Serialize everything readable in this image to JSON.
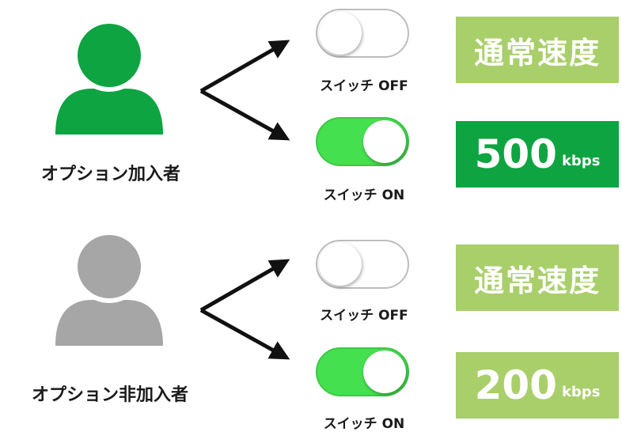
{
  "groups": [
    {
      "person_label": "オプション加入者",
      "person_color": "#0da441",
      "off": {
        "switch_label": "スイッチ OFF",
        "speed_text": "通常速度",
        "box_color": "#a9cf6a"
      },
      "on": {
        "switch_label": "スイッチ ON",
        "speed_value": "500",
        "speed_unit": "kbps",
        "box_color": "#0da441"
      }
    },
    {
      "person_label": "オプション非加入者",
      "person_color": "#a6a6a6",
      "off": {
        "switch_label": "スイッチ OFF",
        "speed_text": "通常速度",
        "box_color": "#a9cf6a"
      },
      "on": {
        "switch_label": "スイッチ ON",
        "speed_value": "200",
        "speed_unit": "kbps",
        "box_color": "#a9cf6a"
      }
    }
  ],
  "colors": {
    "toggle_on": "#45e04f",
    "arrow": "#111111"
  }
}
